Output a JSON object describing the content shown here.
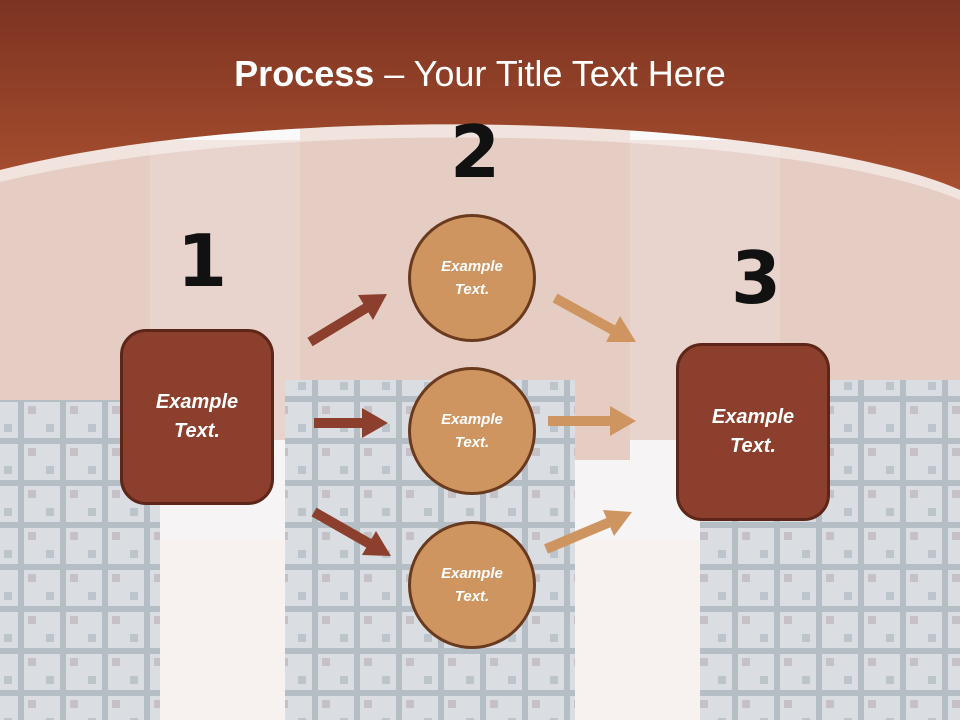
{
  "slide": {
    "title_bold": "Process",
    "title_rest": " – Your Title Text Here",
    "step_numbers": [
      "1",
      "2",
      "3"
    ],
    "left_box": "Example\nText.",
    "right_box": "Example\nText.",
    "circles": [
      "Example\nText.",
      "Example\nText.",
      "Example\nText."
    ]
  },
  "colors": {
    "header": "#a24a2c",
    "box_fill": "#8b3f2c",
    "circle_fill": "#cf9561",
    "arrow_dark": "#8b3f2c",
    "arrow_light": "#cf9561"
  }
}
